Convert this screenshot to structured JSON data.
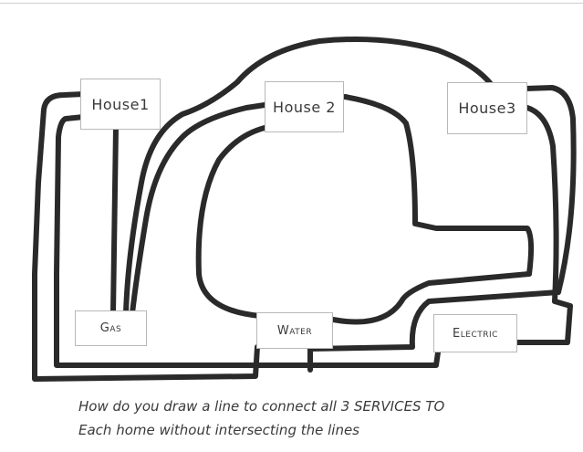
{
  "diagram": {
    "homes": [
      {
        "label": "House1"
      },
      {
        "label": "House 2"
      },
      {
        "label": "House3"
      }
    ],
    "services": [
      {
        "label": "Gas"
      },
      {
        "label": "Water"
      },
      {
        "label": "Electric"
      }
    ],
    "caption": {
      "line1": "How do you draw a line to connect all 3 SERVICES TO",
      "line2": "Each home without intersecting the lines"
    },
    "stroke_color": "#2a2a2a"
  }
}
